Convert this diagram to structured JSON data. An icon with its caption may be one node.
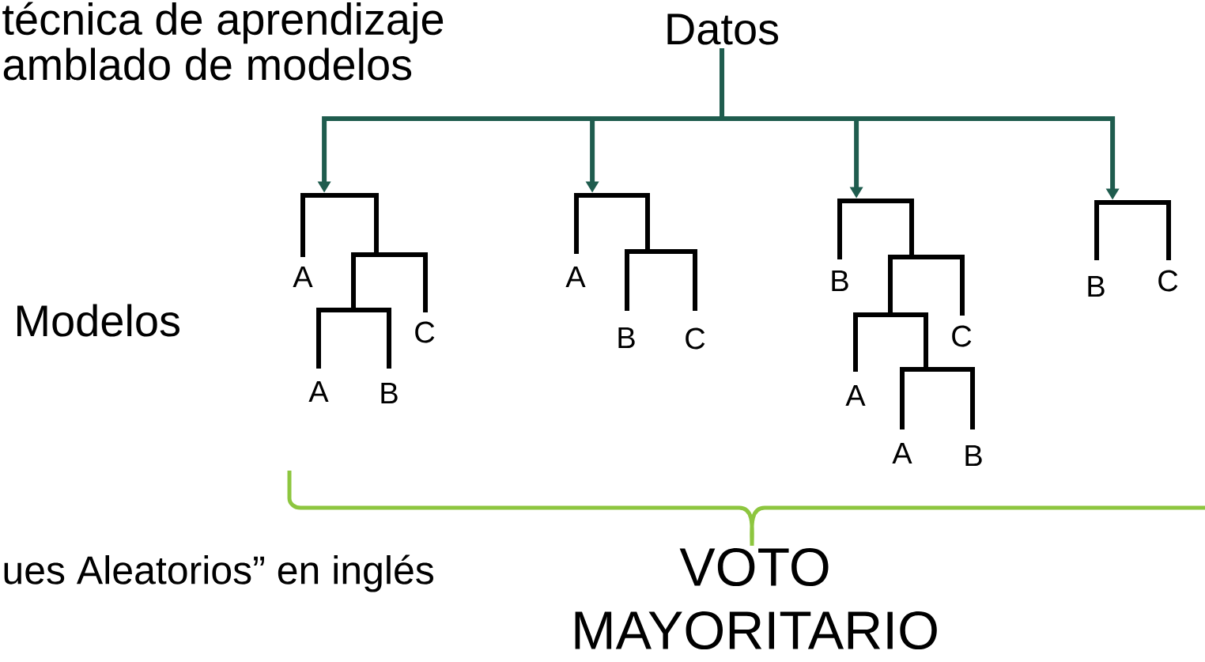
{
  "diagram": {
    "nodes": [
      {
        "text": [
          "Datos"
        ]
      },
      {
        "text": [
          "A",
          "C",
          "A",
          "B"
        ]
      },
      {
        "text": [
          "A",
          "B",
          "C"
        ]
      },
      {
        "text": [
          "B",
          "C",
          "A",
          "A",
          "B"
        ]
      },
      {
        "text": [
          "B",
          "C"
        ]
      }
    ],
    "edges": [
      {
        "from": 0,
        "to": 1,
        "arrow": "to"
      },
      {
        "from": 0,
        "to": 2,
        "arrow": "to"
      },
      {
        "from": 0,
        "to": 3,
        "arrow": "to"
      },
      {
        "from": 0,
        "to": 4,
        "arrow": "to"
      }
    ],
    "labels": [
      "técnica de aprendizaje",
      "amblado de modelos",
      "Modelos",
      "ues Aleatorios” en inglés",
      "VOTO MAYORITARIO"
    ]
  }
}
